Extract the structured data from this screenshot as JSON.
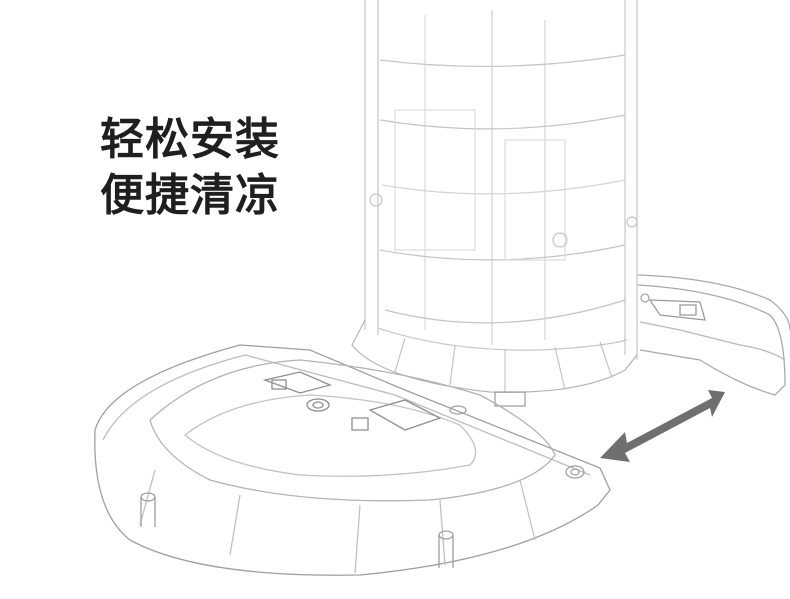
{
  "headline": {
    "line1": "轻松安装",
    "line2": "便捷清凉"
  },
  "illustration": {
    "subject": "fan-base-assembly",
    "arrow": "double-headed-arrow",
    "colors": {
      "line": "#b9b9b9",
      "line_dark": "#8a8a8a",
      "arrow": "#6f6f6f",
      "text": "#1f1f1f"
    }
  }
}
